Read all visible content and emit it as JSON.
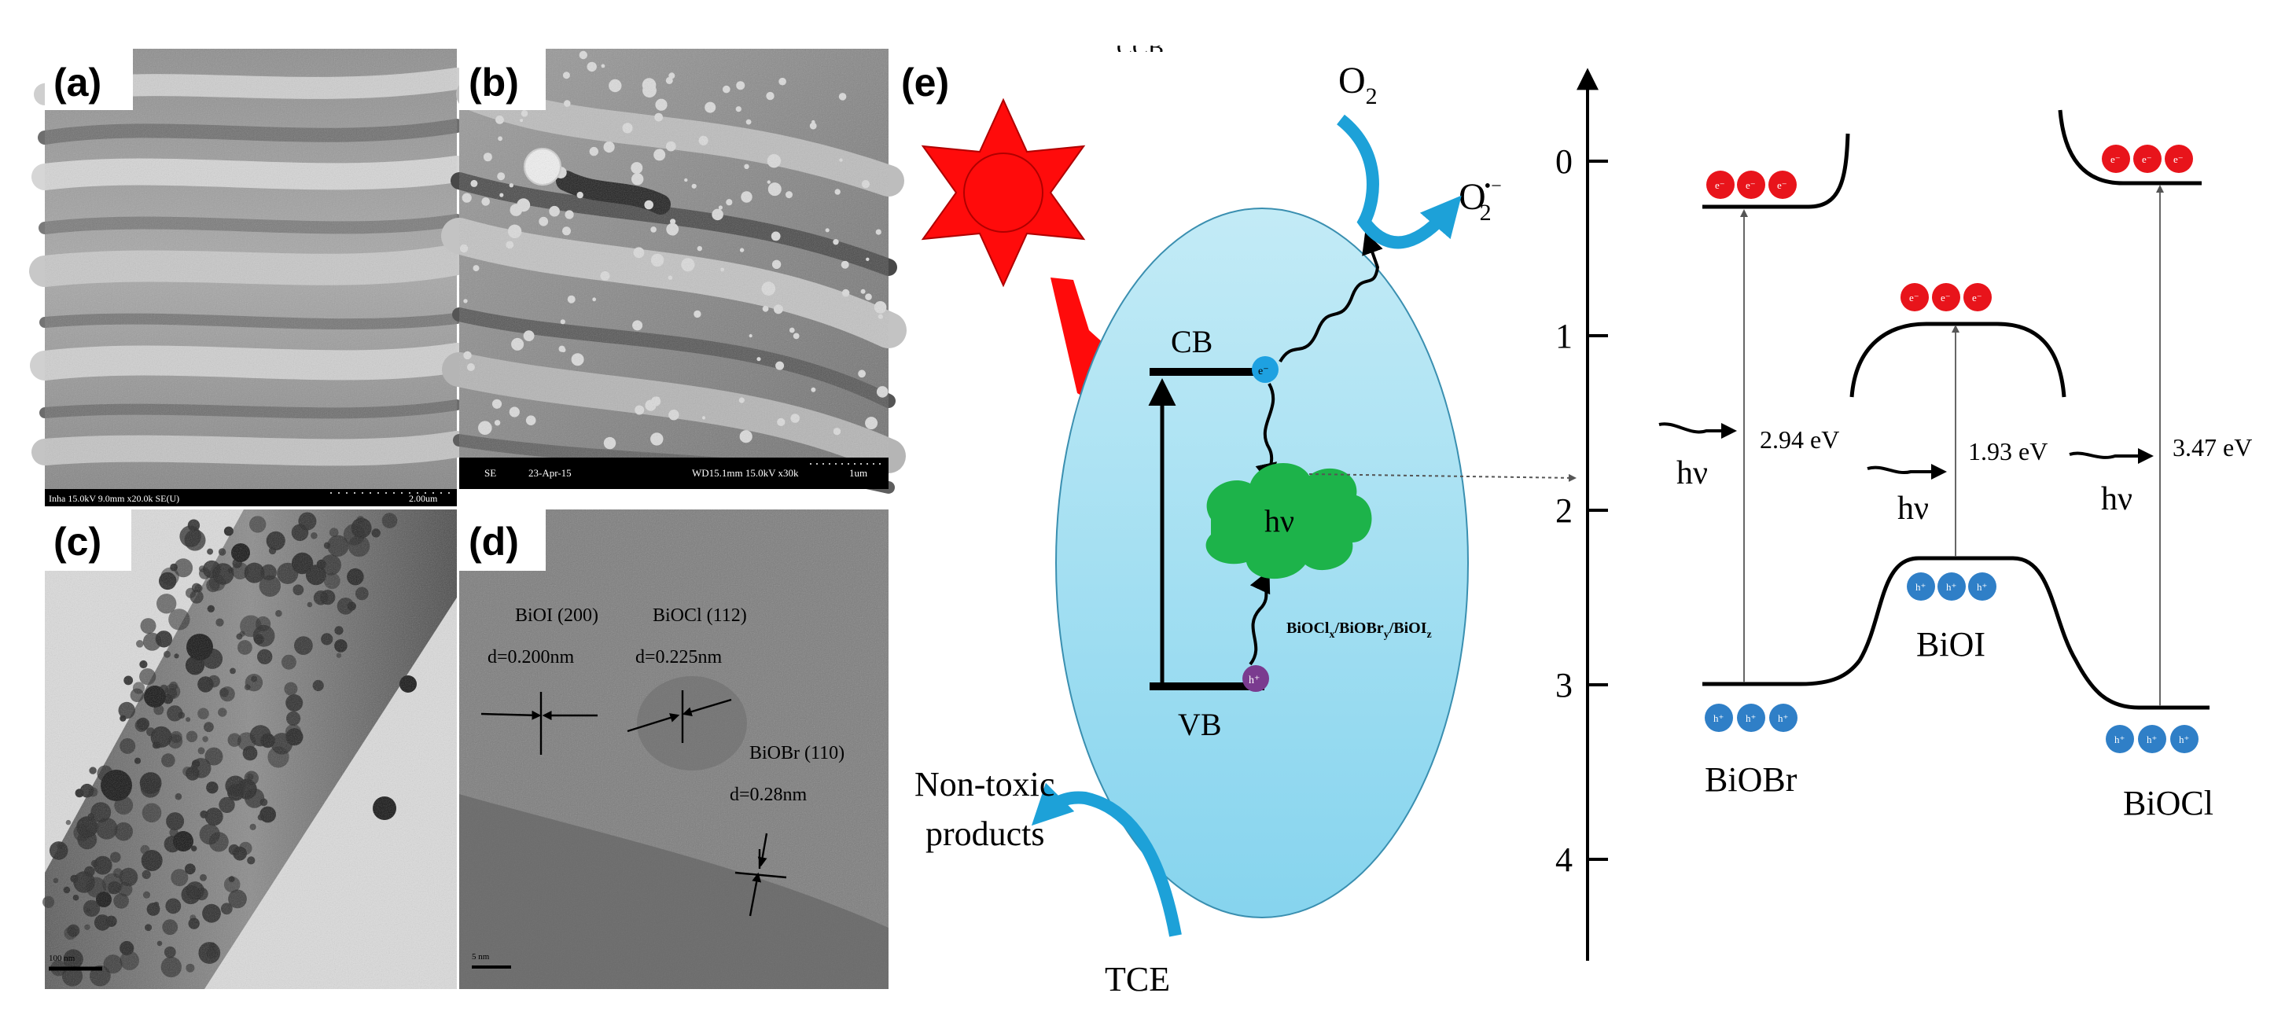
{
  "panels": {
    "a": {
      "label": "(a)",
      "caption": "Inha 15.0kV 9.0mm x20.0k SE(U)",
      "scale": "2.00um"
    },
    "b": {
      "label": "(b)",
      "caption_left": "SE",
      "caption_date": "23-Apr-15",
      "caption_right": "WD15.1mm 15.0kV x30k",
      "scale": "1um"
    },
    "c": {
      "label": "(c)",
      "scale": "100 nm"
    },
    "d": {
      "label": "(d)",
      "scale": "5 nm",
      "annotations": [
        {
          "name": "BiOI (200)",
          "spacing": "d=0.200nm"
        },
        {
          "name": "BiOCl (112)",
          "spacing": "d=0.225nm"
        },
        {
          "name": "BiOBr (110)",
          "spacing": "d=0.28nm"
        }
      ]
    },
    "e": {
      "label": "(e)",
      "cb": "CB",
      "vb": "VB",
      "electron": "e⁻",
      "hole": "h⁺",
      "cloud": "hν",
      "composite_parts": [
        "BiOCl",
        "x",
        "/BiOBr",
        "y",
        "/BiOI",
        "z"
      ],
      "o2": "O",
      "o2_sub": "2",
      "o2minus": "O",
      "o2minus_sub": "2",
      "o2minus_sup": "•−",
      "products": [
        "Non-toxic",
        "products"
      ],
      "tce": "TCE",
      "cutoff": "CCB"
    },
    "band": {
      "ticks": [
        "0",
        "1",
        "2",
        "3",
        "4"
      ],
      "gaps": [
        "2.94 eV",
        "1.93 eV",
        "3.47 eV"
      ],
      "hv": "hν",
      "materials": [
        "BiOBr",
        "BiOI",
        "BiOCl"
      ],
      "e": "e⁻",
      "h": "h⁺"
    }
  },
  "colors": {
    "electron_red": "#e8141b",
    "hole_blue": "#2f7fc7",
    "ellipse_top": "#b7e6f3",
    "ellipse_bottom": "#8fd6ee",
    "cloud_green": "#1db34a",
    "sun_red": "#ff0b0b",
    "arrow_cyan": "#1da1d8"
  }
}
